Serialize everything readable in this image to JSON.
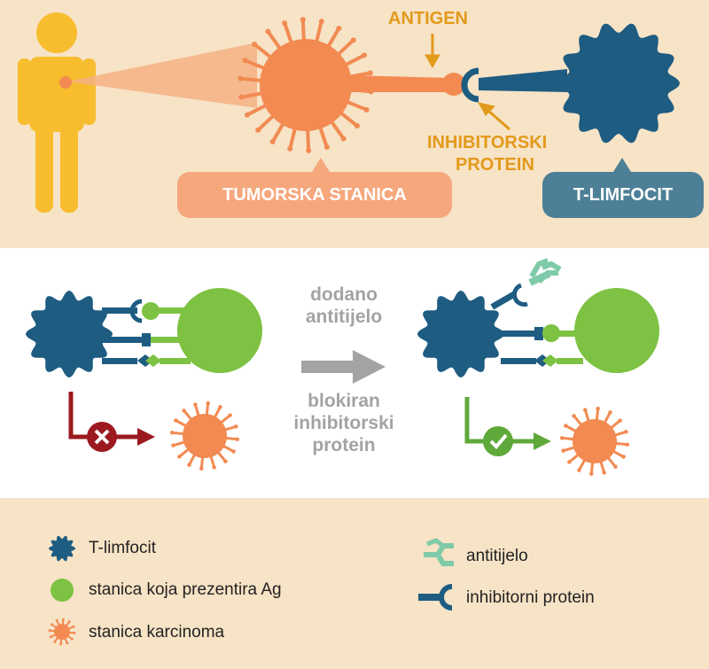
{
  "top": {
    "antigen_label": "ANTIGEN",
    "inhibitor_label_line1": "INHIBITORSKI",
    "inhibitor_label_line2": "PROTEIN",
    "tumor_badge": "TUMORSKA STANICA",
    "tcell_badge": "T-LIMFOCIT"
  },
  "middle": {
    "added_line1": "dodano",
    "added_line2": "antitijelo",
    "blocked_line1": "blokiran",
    "blocked_line2": "inhibitorski",
    "blocked_line3": "protein"
  },
  "legend": {
    "tcell": "T-limfocit",
    "apc": "stanica koja prezentira Ag",
    "cancer": "stanica karcinoma",
    "antibody": "antitijelo",
    "inhibitor": "inhibitorni protein"
  },
  "colors": {
    "beige": "#f7e3c6",
    "orange": "#f28a52",
    "navy": "#1e5c82",
    "green": "#7dc242",
    "yellow": "#f7bd2e",
    "gold": "#e29a1b",
    "red": "#9c1a1f",
    "teal": "#7fcaa8",
    "gray": "#a3a3a3"
  }
}
